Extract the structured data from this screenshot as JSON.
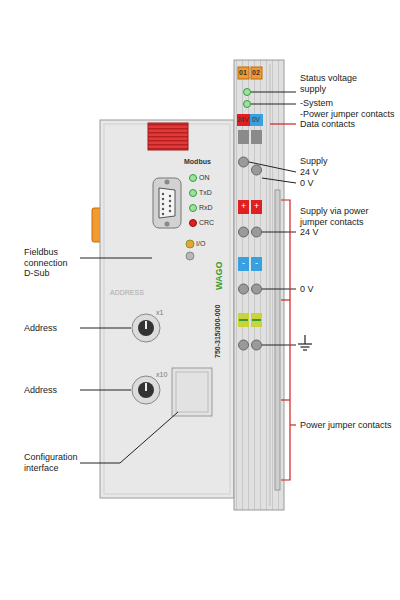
{
  "diagram": {
    "labels": [
      "Modbus",
      "ON",
      "TxD",
      "RxD",
      "CRC",
      "I/O",
      "ADDRESS",
      "x1",
      "x10",
      "750-315/300-000",
      "WAGO",
      "01",
      "02",
      "24V",
      "0V",
      "Status voltage supply",
      "-System",
      "-Power jumper contacts",
      "Data contacts",
      "Supply",
      "24 V",
      "0 V",
      "Supply via power jumper contacts",
      "24 V",
      "0 V",
      "Power jumper contacts",
      "Fieldbus connection D-Sub",
      "Address",
      "Address",
      "Configuration interface",
      "+",
      "+",
      "-",
      "-"
    ]
  }
}
